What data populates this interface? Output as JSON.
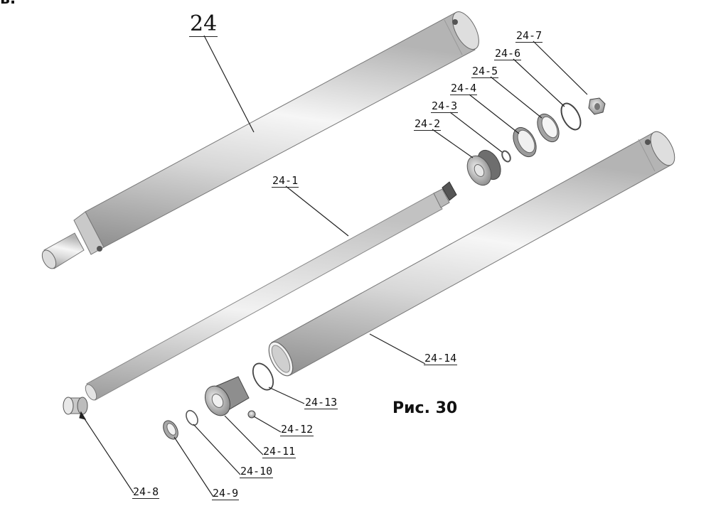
{
  "figure": {
    "caption": "Рис. 30",
    "corner_text": "в."
  },
  "labels": {
    "p24": "24",
    "p24_1": "24-1",
    "p24_2": "24-2",
    "p24_3": "24-3",
    "p24_4": "24-4",
    "p24_5": "24-5",
    "p24_6": "24-6",
    "p24_7": "24-7",
    "p24_8": "24-8",
    "p24_9": "24-9",
    "p24_10": "24-10",
    "p24_11": "24-11",
    "p24_12": "24-12",
    "p24_13": "24-13",
    "p24_14": "24-14"
  }
}
